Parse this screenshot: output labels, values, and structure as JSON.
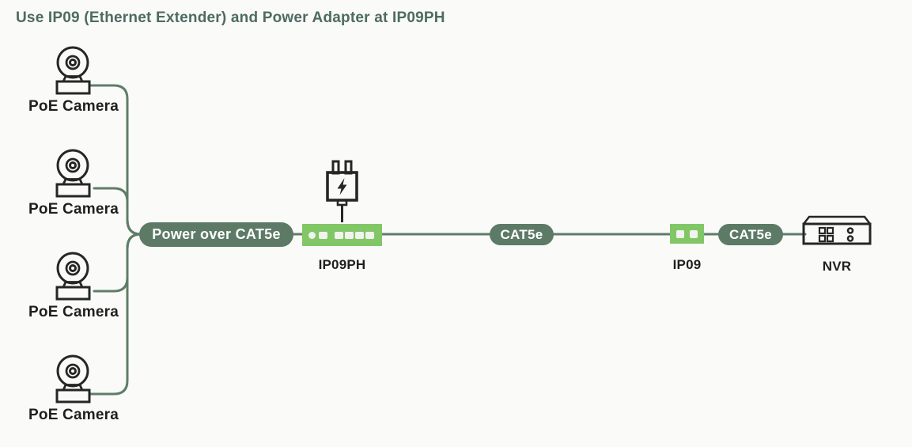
{
  "title": "Use IP09 (Ethernet Extender) and Power Adapter at IP09PH",
  "cameras": [
    {
      "label": "PoE Camera"
    },
    {
      "label": "PoE Camera"
    },
    {
      "label": "PoE Camera"
    },
    {
      "label": "PoE Camera"
    }
  ],
  "links": {
    "power_over_cat5e": "Power over CAT5e",
    "cat5e_left": "CAT5e",
    "cat5e_right": "CAT5e"
  },
  "devices": {
    "ip09ph": {
      "label": "IP09PH",
      "leds": "1 round + 5 square white ports"
    },
    "ip09": {
      "label": "IP09",
      "leds": "2 square white ports"
    },
    "nvr": {
      "label": "NVR"
    }
  },
  "icons": {
    "camera": "poe-camera-icon",
    "power_adapter": "power-adapter-icon",
    "lightning_bolt": "lightning-bolt-icon",
    "nvr": "nvr-icon"
  },
  "colors": {
    "background": "#FAFAF8",
    "dark_green": "#5D7A66",
    "wire_green": "#5E7D68",
    "light_green": "#82C766",
    "title_text": "#4D6B62",
    "label_text": "#1F1F1F",
    "icon_stroke": "#262626",
    "port_white": "#F2F3EF"
  }
}
